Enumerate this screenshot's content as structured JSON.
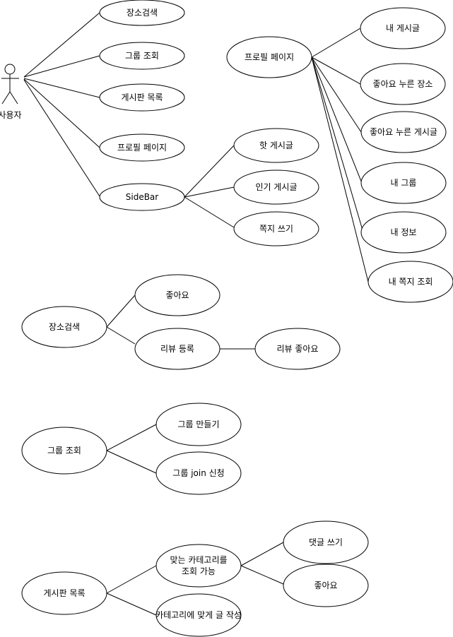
{
  "actor": {
    "label": "사용자"
  },
  "nodes": {
    "search_main": "장소검색",
    "group_main": "그룹 조회",
    "board_main": "게시판 목록",
    "profile_main": "프로필 페이지",
    "sidebar": "SideBar",
    "profile": "프로필 페이지",
    "my_posts": "내 게시글",
    "liked_places": "좋아요 누른 장소",
    "liked_posts": "좋아요 누른 게시글",
    "my_groups": "내 그룹",
    "my_info": "내 정보",
    "my_messages": "내 쪽지 조회",
    "hot_posts": "핫 게시글",
    "popular_posts": "인기 게시글",
    "write_message": "쪽지 쓰기",
    "search2": "장소검색",
    "like": "좋아요",
    "review_register": "리뷰 등록",
    "review_like": "리뷰 좋아요",
    "group2": "그룹 조회",
    "group_create": "그룹 만들기",
    "group_join": "그룹 join 신청",
    "board2": "게시판 목록",
    "category_view_line1": "맞는 카테고리를",
    "category_view_line2": "조회 가능",
    "category_write": "카테고리에 맞게 글 작성",
    "write_comment": "댓글 쓰기",
    "like2": "좋아요"
  }
}
